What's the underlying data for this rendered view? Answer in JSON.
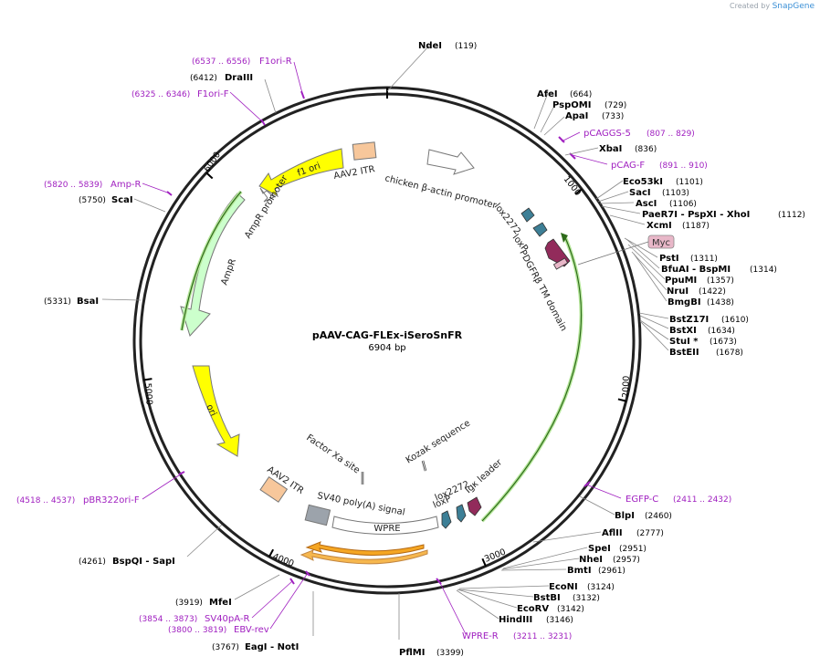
{
  "watermark": {
    "created_by": "Created by",
    "brand": "SnapGene"
  },
  "plasmid": {
    "name": "pAAV-CAG-FLEx-iSeroSnFR",
    "length": "6904 bp"
  },
  "ticks": [
    "1000",
    "2000",
    "3000",
    "4000",
    "5000",
    "6000"
  ],
  "sites": [
    {
      "name": "NdeI",
      "pos": "(119)"
    },
    {
      "name": "AfeI",
      "pos": "(664)"
    },
    {
      "name": "PspOMI",
      "pos": "(729)"
    },
    {
      "name": "ApaI",
      "pos": "(733)"
    },
    {
      "name": "XbaI",
      "pos": "(836)"
    },
    {
      "name": "Eco53kI",
      "pos": "(1101)"
    },
    {
      "name": "SacI",
      "pos": "(1103)"
    },
    {
      "name": "AscI",
      "pos": "(1106)"
    },
    {
      "name": "PaeR7I - PspXI - XhoI",
      "pos": "(1112)"
    },
    {
      "name": "XcmI",
      "pos": "(1187)"
    },
    {
      "name": "PstI",
      "pos": "(1311)"
    },
    {
      "name": "BfuAI - BspMI",
      "pos": "(1314)"
    },
    {
      "name": "PpuMI",
      "pos": "(1357)"
    },
    {
      "name": "NruI",
      "pos": "(1422)"
    },
    {
      "name": "BmgBI",
      "pos": "(1438)"
    },
    {
      "name": "BstZ17I",
      "pos": "(1610)"
    },
    {
      "name": "BstXI",
      "pos": "(1634)"
    },
    {
      "name": "StuI *",
      "pos": "(1673)"
    },
    {
      "name": "BstEII",
      "pos": "(1678)"
    },
    {
      "name": "BlpI",
      "pos": "(2460)"
    },
    {
      "name": "AflII",
      "pos": "(2777)"
    },
    {
      "name": "SpeI",
      "pos": "(2951)"
    },
    {
      "name": "NheI",
      "pos": "(2957)"
    },
    {
      "name": "BmtI",
      "pos": "(2961)"
    },
    {
      "name": "EcoNI",
      "pos": "(3124)"
    },
    {
      "name": "BstBI",
      "pos": "(3132)"
    },
    {
      "name": "EcoRV",
      "pos": "(3142)"
    },
    {
      "name": "HindIII",
      "pos": "(3146)"
    },
    {
      "name": "PflMI",
      "pos": "(3399)"
    },
    {
      "name": "EagI - NotI",
      "pos": "(3767)"
    },
    {
      "name": "MfeI",
      "pos": "(3919)"
    },
    {
      "name": "BspQI - SapI",
      "pos": "(4261)"
    },
    {
      "name": "BsaI",
      "pos": "(5331)"
    },
    {
      "name": "ScaI",
      "pos": "(5750)"
    },
    {
      "name": "DraIII",
      "pos": "(6412)"
    }
  ],
  "primers": [
    {
      "name": "F1ori-R",
      "pos": "(6537 .. 6556)"
    },
    {
      "name": "F1ori-F",
      "pos": "(6325 .. 6346)"
    },
    {
      "name": "pCAGGS-5",
      "pos": "(807 .. 829)"
    },
    {
      "name": "pCAG-F",
      "pos": "(891 .. 910)"
    },
    {
      "name": "Amp-R",
      "pos": "(5820 .. 5839)"
    },
    {
      "name": "EGFP-C",
      "pos": "(2411 .. 2432)"
    },
    {
      "name": "pBR322ori-F",
      "pos": "(4518 .. 4537)"
    },
    {
      "name": "WPRE-R",
      "pos": "(3211 .. 3231)"
    },
    {
      "name": "SV40pA-R",
      "pos": "(3854 .. 3873)"
    },
    {
      "name": "EBV-rev",
      "pos": "(3800 .. 3819)"
    }
  ],
  "features": {
    "aav2_itr_top": "AAV2 ITR",
    "f1_ori": "f1 ori",
    "chicken_actin_promoter": "chicken β-actin promoter",
    "lox2272_top": "lox2272",
    "loxp_top": "loxP",
    "pdgfr_tm": "PDGFRβ TM domain",
    "myc": "Myc",
    "ampr_promoter": "AmpR promoter",
    "ampr": "AmpR",
    "ori": "ori",
    "factor_xa": "Factor Xa site",
    "kozak": "Kozak sequence",
    "aav2_itr_bottom": "AAV2 ITR",
    "sv40_polya": "SV40 poly(A) signal",
    "lox2272_bottom": "lox2272",
    "loxp_bottom": "loxP",
    "igk_leader": "Igκ leader",
    "wpre": "WPRE"
  },
  "colors": {
    "backbone": "#222222",
    "primer": "#a020c0",
    "itr": "#f7c79b",
    "f1_ori": "#ffff00",
    "ampr": "#ccffcc",
    "lox": "#3d7f96",
    "pdgfr": "#922b5b",
    "myc": "#e8b7c8",
    "insert_arc": "#b5e69a",
    "sv40": "#9ca3ab",
    "orange_arrow": "#f5a623"
  }
}
